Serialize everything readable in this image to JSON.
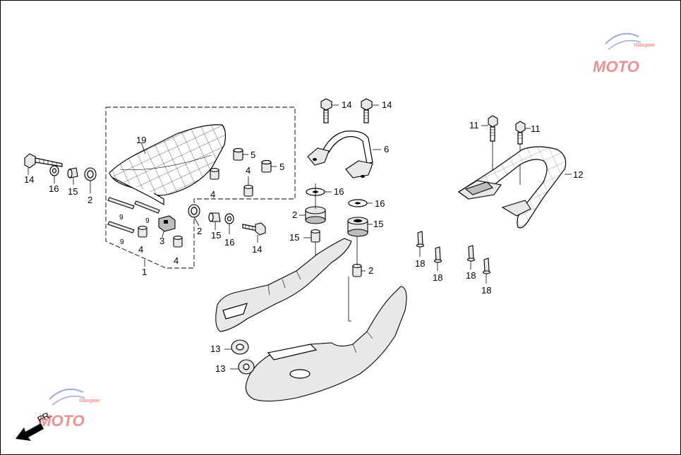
{
  "labels": {
    "p1": "1",
    "p2": "2",
    "p3": "3",
    "p4": "4",
    "p5": "5",
    "p6": "6",
    "p9": "9",
    "p11": "11",
    "p12": "12",
    "p13": "13",
    "p14": "14",
    "p15": "15",
    "p16": "16",
    "p18": "18",
    "p19": "19"
  },
  "front_marker": "FR.",
  "watermark": {
    "text": "MOTO",
    "subtext": "Glasgow"
  },
  "colors": {
    "line": "#000000",
    "watermark_red": "#d93a3a",
    "watermark_blue": "#4a63c8"
  }
}
